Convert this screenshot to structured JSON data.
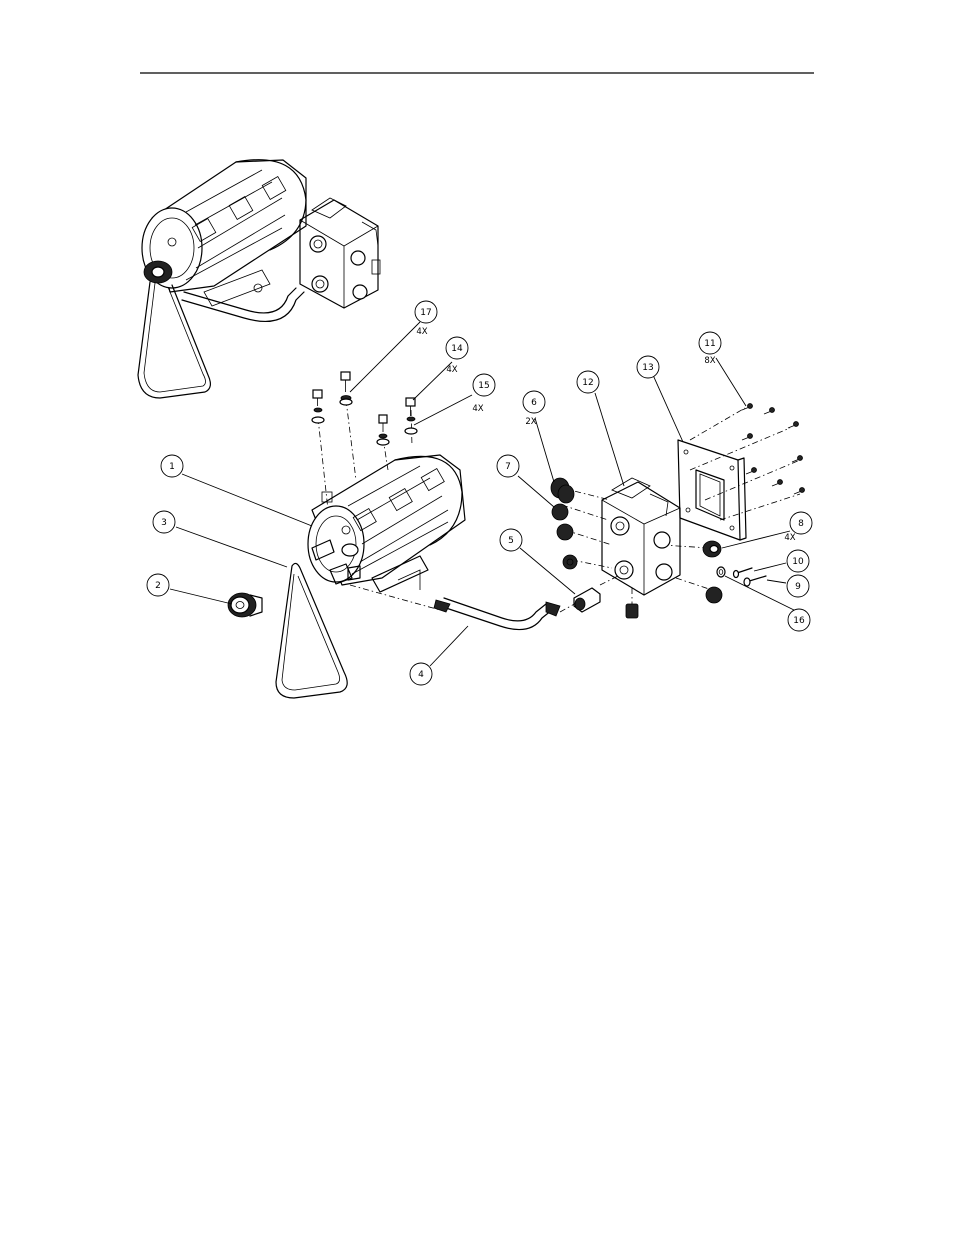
{
  "callouts": [
    {
      "id": "1",
      "label": "1",
      "qty": ""
    },
    {
      "id": "2",
      "label": "2",
      "qty": ""
    },
    {
      "id": "3",
      "label": "3",
      "qty": ""
    },
    {
      "id": "4",
      "label": "4",
      "qty": ""
    },
    {
      "id": "5",
      "label": "5",
      "qty": ""
    },
    {
      "id": "6",
      "label": "6",
      "qty": "2X"
    },
    {
      "id": "7",
      "label": "7",
      "qty": ""
    },
    {
      "id": "8",
      "label": "8",
      "qty": "4X"
    },
    {
      "id": "9",
      "label": "9",
      "qty": ""
    },
    {
      "id": "10",
      "label": "10",
      "qty": ""
    },
    {
      "id": "11",
      "label": "11",
      "qty": "8X"
    },
    {
      "id": "12",
      "label": "12",
      "qty": ""
    },
    {
      "id": "13",
      "label": "13",
      "qty": ""
    },
    {
      "id": "14",
      "label": "14",
      "qty": "4X"
    },
    {
      "id": "15",
      "label": "15",
      "qty": "4X"
    },
    {
      "id": "16",
      "label": "16",
      "qty": ""
    },
    {
      "id": "17",
      "label": "17",
      "qty": "4X"
    }
  ]
}
